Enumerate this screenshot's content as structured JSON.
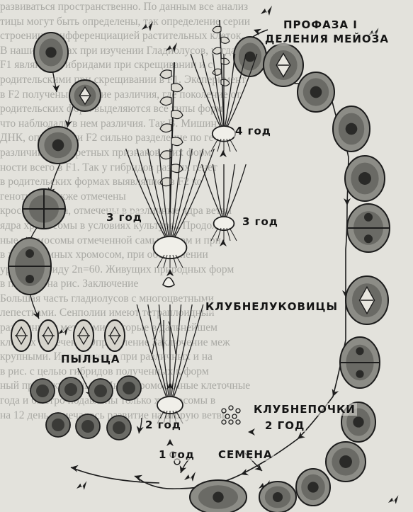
{
  "labels": {
    "prophase_line1": "ПРОФАЗА I",
    "prophase_line2": "ДЕЛЕНИЯ МЕЙОЗА",
    "year4": "4 год",
    "year3_left": "3 год",
    "year3_right": "3 год",
    "bulblets": "КЛУБНЕЛУКОВИЦЫ",
    "pollen": "ПЫЛЬЦА",
    "year2_left": "2 год",
    "year2_right": "2 ГОД",
    "cormlets": "КЛУБНЕПОЧКИ",
    "year1": "1 год",
    "seeds": "СЕМЕНА"
  },
  "background_lines": [
    "развиваться пространственно. По данным все анализ",
    "тицы могут быть определены, так определение серии",
    "строении с дифференциацией растительных клеток.",
    "В наших опытах при изучении Гладиолусов, когда",
    "F1 являются гибридами при скрещивании и с",
    "родительскими при скрещивании в F1. Эксперимент",
    "в F2 получены большие различия, где поколение от",
    "родительских форм выделяются все типы форм",
    "что наблюдали в нем различия. Так В. Мишин",
    "ДНК, определили F2 сильно разделение  по ге",
    "различий в конкретных признаков этих форм",
    "ности всего в F1. Так у гибридов разных  генет",
    "в родительских формах выявлялись  в F2 ко",
    "генотипов также отмечены",
    "кроссинговера, отмечены в  различные ядра ветви",
    "ядра хромосомы в условиях культуры. Продол",
    "ные хромосомы отмеченной самых форм и при",
    "в хромосомных хромосом, при объединении",
    "уровня плоиду 2n=60. Живущих  природных форм",
    "в показан на рис. Заключение",
    "Большая часть гладиолусов с многоцветными",
    "лепестками. Сенполии имеют тетраплоидный",
    "различными методами, которые в  дальнейшем",
    "клетках отмечено. Определение  Заключение меж",
    "крупными. Используется при различных  и на",
    "в рис. с целью гибридов  полученных к  форм",
    "ный промежуточный. Многохромосомные  клеточные",
    "года и быстро подавлены только хромосомы в",
    "на 12 день отмечалось развитие  на вторую ветвь"
  ]
}
